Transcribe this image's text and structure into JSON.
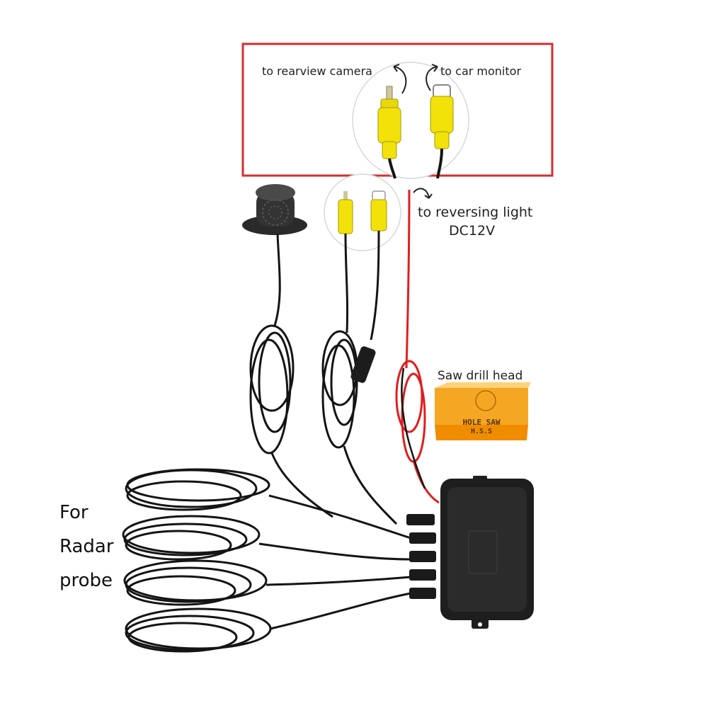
{
  "labels": {
    "rearview_camera": "to rearview camera",
    "car_monitor": "to car monitor",
    "reversing_light_line1": "to reversing light",
    "reversing_light_line2": "DC12V",
    "saw_drill_head": "Saw drill head",
    "box_text_line1": "HOLE  SAW",
    "box_text_line2": "H.S.S",
    "radar_line1": "For",
    "radar_line2": "Radar",
    "radar_line3": "probe"
  },
  "colors": {
    "highlight_frame": "#d32f2f",
    "rca_yellow": "#f2e20a",
    "power_wire_red": "#e01e1e",
    "cable_black": "#141414",
    "box_orange": "#f5a623"
  },
  "icons": [
    "buzzer-icon",
    "rca-plug-icon",
    "control-box-icon",
    "hole-saw-box-icon",
    "probe-cable-icon"
  ]
}
